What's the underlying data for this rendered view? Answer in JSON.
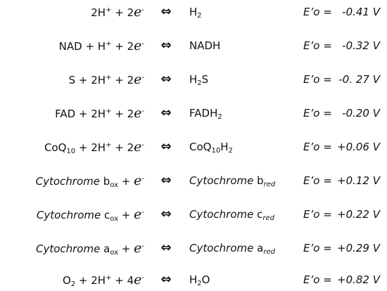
{
  "reactions": [
    {
      "reactant": [
        {
          "t": "2H"
        },
        {
          "t": "+",
          "s": "sup"
        },
        {
          "t": " + 2"
        },
        {
          "t": "e",
          "s": "e"
        },
        {
          "t": "-",
          "s": "sup"
        }
      ],
      "arrow": "⇔",
      "product": [
        {
          "t": "H"
        },
        {
          "t": "2",
          "s": "sub"
        }
      ],
      "e_label": "E’o =",
      "e_value": "-0.41 V"
    },
    {
      "reactant": [
        {
          "t": "NAD + H"
        },
        {
          "t": "+",
          "s": "sup"
        },
        {
          "t": " + 2"
        },
        {
          "t": "e",
          "s": "e"
        },
        {
          "t": "-",
          "s": "sup"
        }
      ],
      "arrow": "⇔",
      "product": [
        {
          "t": "NADH"
        }
      ],
      "e_label": "E’o =",
      "e_value": "-0.32 V"
    },
    {
      "reactant": [
        {
          "t": "S + 2H"
        },
        {
          "t": "+",
          "s": "sup"
        },
        {
          "t": " + 2"
        },
        {
          "t": "e",
          "s": "e"
        },
        {
          "t": "-",
          "s": "sup"
        }
      ],
      "arrow": "⇔",
      "product": [
        {
          "t": "H"
        },
        {
          "t": "2",
          "s": "sub"
        },
        {
          "t": "S"
        }
      ],
      "e_label": "E’o =",
      "e_value": "-0. 27 V"
    },
    {
      "reactant": [
        {
          "t": "FAD + 2H"
        },
        {
          "t": "+",
          "s": "sup"
        },
        {
          "t": " + 2"
        },
        {
          "t": "e",
          "s": "e"
        },
        {
          "t": "-",
          "s": "sup"
        }
      ],
      "arrow": "⇔",
      "product": [
        {
          "t": "FADH"
        },
        {
          "t": "2",
          "s": "sub"
        }
      ],
      "e_label": "E’o =",
      "e_value": "-0.20 V"
    },
    {
      "reactant": [
        {
          "t": "CoQ"
        },
        {
          "t": "10",
          "s": "sub"
        },
        {
          "t": " + 2H"
        },
        {
          "t": "+",
          "s": "sup"
        },
        {
          "t": " + 2"
        },
        {
          "t": "e",
          "s": "e"
        },
        {
          "t": "-",
          "s": "sup"
        }
      ],
      "arrow": "⇔",
      "product": [
        {
          "t": "CoQ"
        },
        {
          "t": "10",
          "s": "sub"
        },
        {
          "t": "H"
        },
        {
          "t": "2",
          "s": "sub"
        }
      ],
      "e_label": "E’o =",
      "e_value": "+0.06 V"
    },
    {
      "reactant": [
        {
          "t": "Cytochrome",
          "s": "it"
        },
        {
          "t": " b"
        },
        {
          "t": "ox",
          "s": "sub"
        },
        {
          "t": " + "
        },
        {
          "t": "e",
          "s": "e"
        },
        {
          "t": "-",
          "s": "sup"
        }
      ],
      "arrow": "⇔",
      "product": [
        {
          "t": "Cytochrome",
          "s": "it"
        },
        {
          "t": " b"
        },
        {
          "t": "red",
          "s": "subi"
        }
      ],
      "e_label": "E’o =",
      "e_value": "+0.12 V"
    },
    {
      "reactant": [
        {
          "t": "Cytochrome",
          "s": "it"
        },
        {
          "t": " c"
        },
        {
          "t": "ox",
          "s": "sub"
        },
        {
          "t": " + "
        },
        {
          "t": "e",
          "s": "e"
        },
        {
          "t": "-",
          "s": "sup"
        }
      ],
      "arrow": "⇔",
      "product": [
        {
          "t": "Cytochrome",
          "s": "it"
        },
        {
          "t": " c"
        },
        {
          "t": "red",
          "s": "subi"
        }
      ],
      "e_label": "E’o =",
      "e_value": "+0.22 V"
    },
    {
      "reactant": [
        {
          "t": "Cytochrome",
          "s": "it"
        },
        {
          "t": " a"
        },
        {
          "t": "ox",
          "s": "sub"
        },
        {
          "t": " + "
        },
        {
          "t": "e",
          "s": "e"
        },
        {
          "t": "-",
          "s": "sup"
        }
      ],
      "arrow": "⇔",
      "product": [
        {
          "t": "Cytochrome",
          "s": "it"
        },
        {
          "t": " a"
        },
        {
          "t": "red",
          "s": "subi"
        }
      ],
      "e_label": "E’o =",
      "e_value": "+0.29 V"
    },
    {
      "reactant": [
        {
          "t": "O"
        },
        {
          "t": "2",
          "s": "sub"
        },
        {
          "t": " + 2H"
        },
        {
          "t": "+",
          "s": "sup"
        },
        {
          "t": " + 4"
        },
        {
          "t": "e",
          "s": "e"
        },
        {
          "t": "-",
          "s": "sup"
        }
      ],
      "arrow": "⇔",
      "product": [
        {
          "t": "H"
        },
        {
          "t": "2",
          "s": "sub"
        },
        {
          "t": "O"
        }
      ],
      "e_label": "E’o =",
      "e_value": "+0.82 V"
    }
  ]
}
